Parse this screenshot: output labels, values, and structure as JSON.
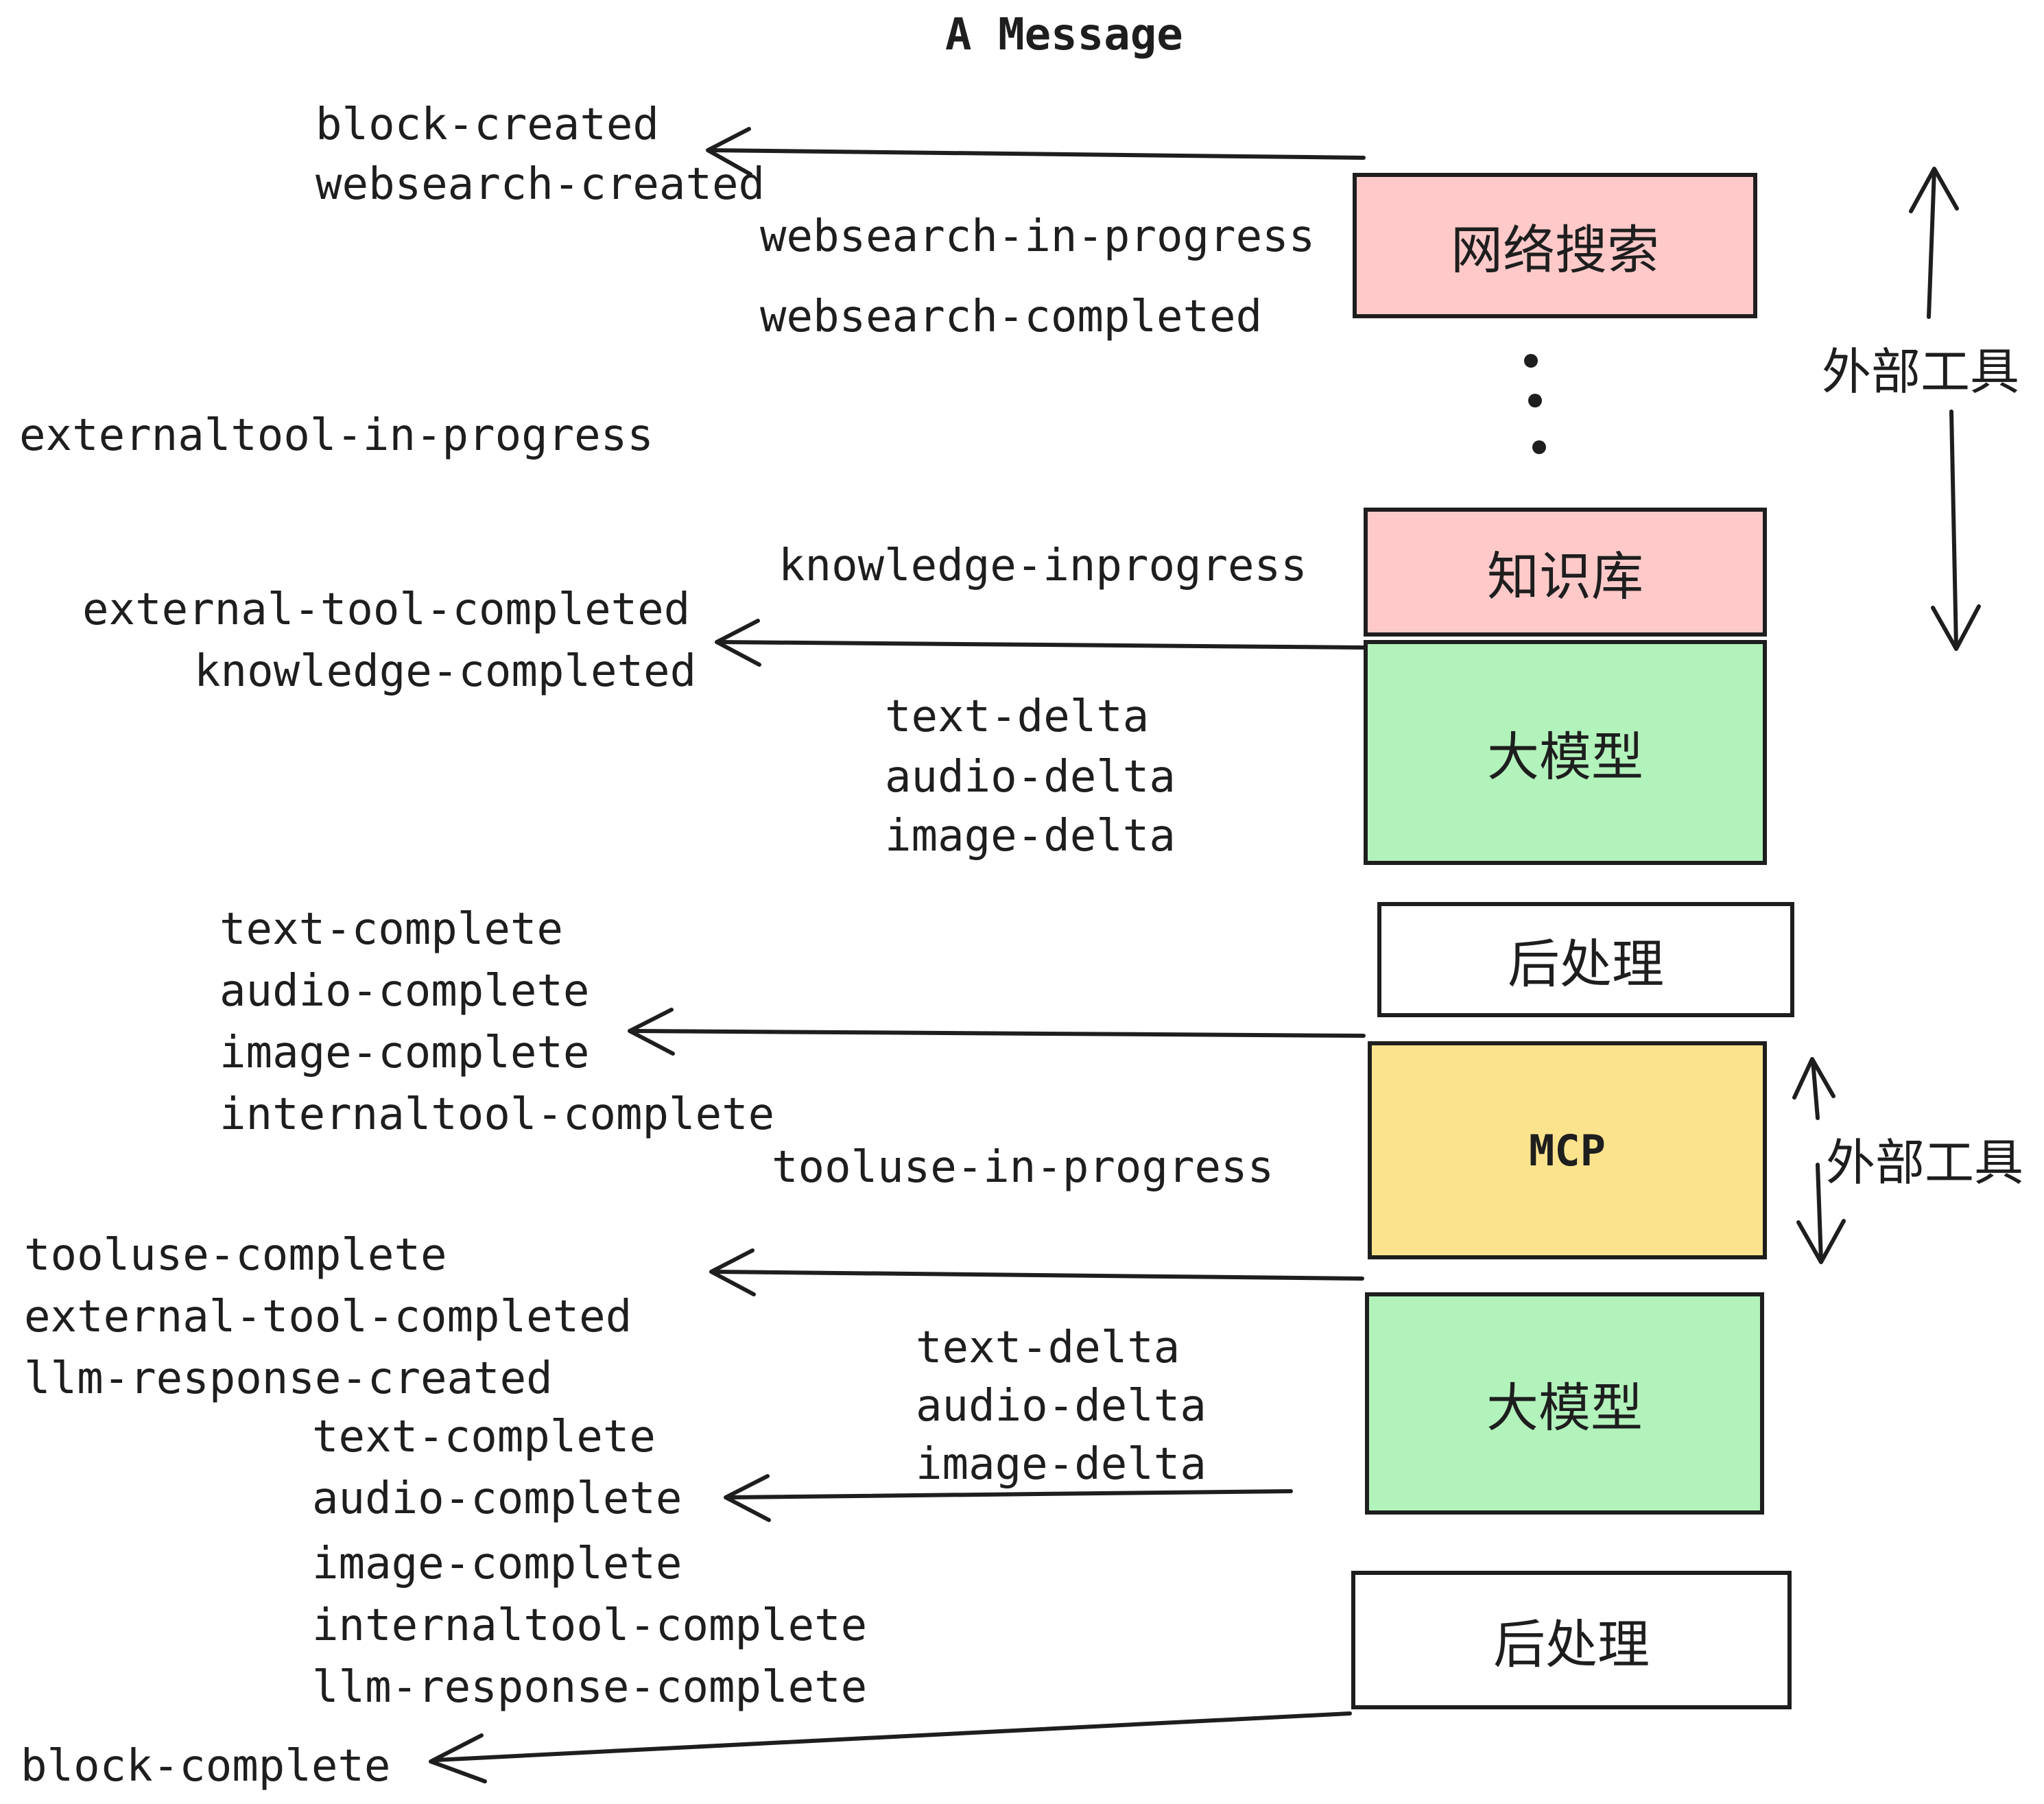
{
  "title": "A Message",
  "palette": {
    "ink": "#1e1e1e",
    "pink": "#ffc9c9",
    "green": "#b2f2bb",
    "yellow": "#fbe38e",
    "white": "#ffffff"
  },
  "boxes": [
    {
      "label": "网络搜索"
    },
    {
      "label": "知识库"
    },
    {
      "label": "大模型"
    },
    {
      "label": "后处理"
    },
    {
      "label": "MCP"
    },
    {
      "label": "大模型"
    },
    {
      "label": "后处理"
    }
  ],
  "side_labels": [
    {
      "text": "外部工具"
    },
    {
      "text": "外部工具"
    }
  ],
  "events": [
    {
      "text": "block-created"
    },
    {
      "text": "websearch-created"
    },
    {
      "text": "websearch-in-progress"
    },
    {
      "text": "websearch-completed"
    },
    {
      "text": "externaltool-in-progress"
    },
    {
      "text": "knowledge-inprogress"
    },
    {
      "text": "external-tool-completed"
    },
    {
      "text": "knowledge-completed"
    },
    {
      "text": "text-delta"
    },
    {
      "text": "audio-delta"
    },
    {
      "text": "image-delta"
    },
    {
      "text": "text-complete"
    },
    {
      "text": "audio-complete"
    },
    {
      "text": "image-complete"
    },
    {
      "text": "internaltool-complete"
    },
    {
      "text": "tooluse-in-progress"
    },
    {
      "text": "tooluse-complete"
    },
    {
      "text": "external-tool-completed"
    },
    {
      "text": "llm-response-created"
    },
    {
      "text": "text-complete"
    },
    {
      "text": "text-delta"
    },
    {
      "text": "audio-delta"
    },
    {
      "text": "image-delta"
    },
    {
      "text": "audio-complete"
    },
    {
      "text": "image-complete"
    },
    {
      "text": "internaltool-complete"
    },
    {
      "text": "llm-response-complete"
    },
    {
      "text": "block-complete"
    }
  ]
}
